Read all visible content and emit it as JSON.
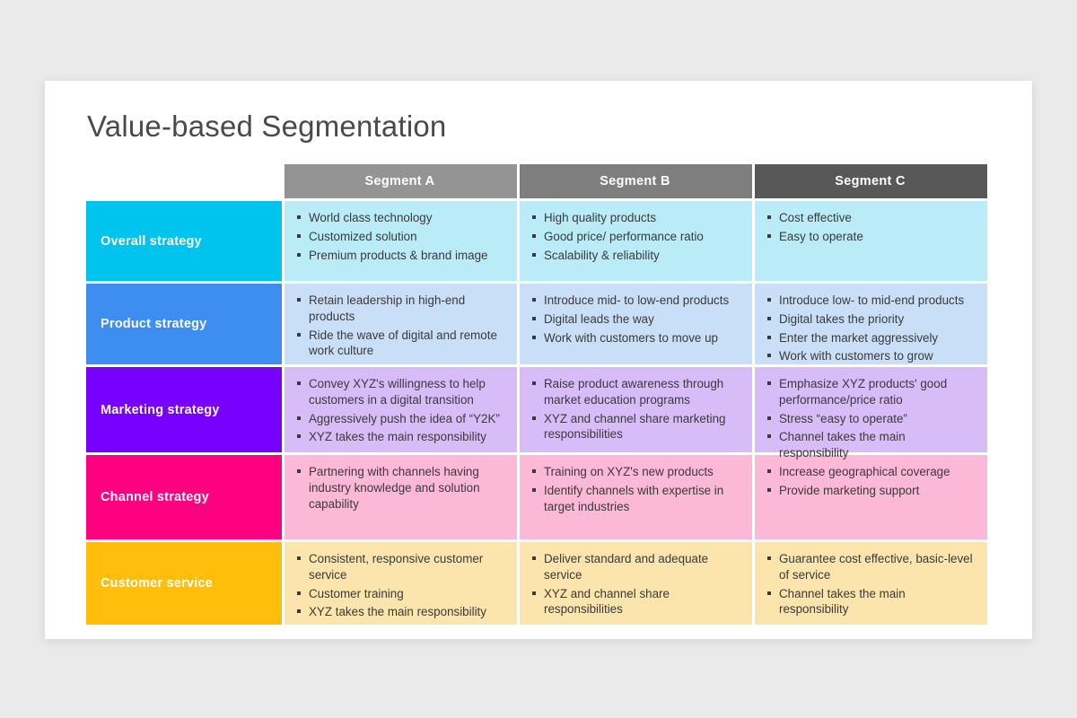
{
  "slide": {
    "title": "Value-based Segmentation",
    "background_color": "#eaeaea",
    "surface_color": "#ffffff",
    "title_color": "#4a4a4a"
  },
  "matrix": {
    "column_headers": [
      {
        "label": "Segment A",
        "color": "#949494"
      },
      {
        "label": "Segment B",
        "color": "#7e7e7e"
      },
      {
        "label": "Segment C",
        "color": "#585858"
      }
    ],
    "rows": [
      {
        "label": "Overall strategy",
        "label_color": "#00c4ee",
        "cell_color": "#b9ecf7",
        "cells": [
          [
            "World class technology",
            "Customized solution",
            "Premium products & brand image"
          ],
          [
            "High quality products",
            "Good price/ performance ratio",
            "Scalability & reliability"
          ],
          [
            "Cost effective",
            "Easy to operate"
          ]
        ]
      },
      {
        "label": "Product strategy",
        "label_color": "#3d8ef0",
        "cell_color": "#c9dff8",
        "cells": [
          [
            "Retain leadership in high-end products",
            "Ride the wave of digital and remote work culture"
          ],
          [
            "Introduce mid- to low-end products",
            "Digital leads the way",
            "Work with customers to move up"
          ],
          [
            "Introduce low- to mid-end products",
            "Digital takes the priority",
            "Enter the market aggressively",
            "Work with customers to grow"
          ]
        ]
      },
      {
        "label": "Marketing strategy",
        "label_color": "#7700ff",
        "cell_color": "#d7bcf7",
        "cells": [
          [
            "Convey XYZ's willingness to help customers in a digital transition",
            "Aggressively push the idea of “Y2K”",
            "XYZ takes the main responsibility"
          ],
          [
            "Raise product awareness through market education programs",
            "XYZ and channel share marketing responsibilities"
          ],
          [
            "Emphasize XYZ products' good performance/price ratio",
            "Stress “easy to operate”",
            "Channel takes the main responsibility"
          ]
        ]
      },
      {
        "label": "Channel strategy",
        "label_color": "#ff0080",
        "cell_color": "#fbb8d7",
        "cells": [
          [
            "Partnering with channels having industry knowledge and solution capability"
          ],
          [
            "Training on XYZ's new products",
            "Identify channels with expertise in target industries"
          ],
          [
            "Increase geographical coverage",
            "Provide marketing support"
          ]
        ]
      },
      {
        "label": "Customer service",
        "label_color": "#ffbe0b",
        "cell_color": "#fbe5ad",
        "cells": [
          [
            "Consistent, responsive customer service",
            "Customer training",
            "XYZ takes the main responsibility"
          ],
          [
            "Deliver standard and adequate service",
            "XYZ and channel share responsibilities"
          ],
          [
            "Guarantee cost effective, basic-level of service",
            "Channel takes the main responsibility"
          ]
        ]
      }
    ]
  }
}
